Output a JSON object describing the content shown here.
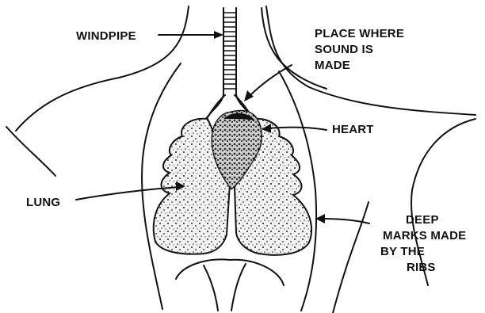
{
  "labels": {
    "windpipe": "WINDPIPE",
    "place_line1": "PLACE WHERE",
    "place_line2": "SOUND IS",
    "place_line3": "MADE",
    "heart": "HEART",
    "lung": "LUNG",
    "ribs_line1": "DEEP",
    "ribs_line2": "MARKS MADE",
    "ribs_line3": "BY THE",
    "ribs_line4": "RIBS"
  },
  "colors": {
    "ink": "#111111",
    "lung_fill": "#f3f3f3",
    "heart_fill": "#d9d9d9"
  }
}
